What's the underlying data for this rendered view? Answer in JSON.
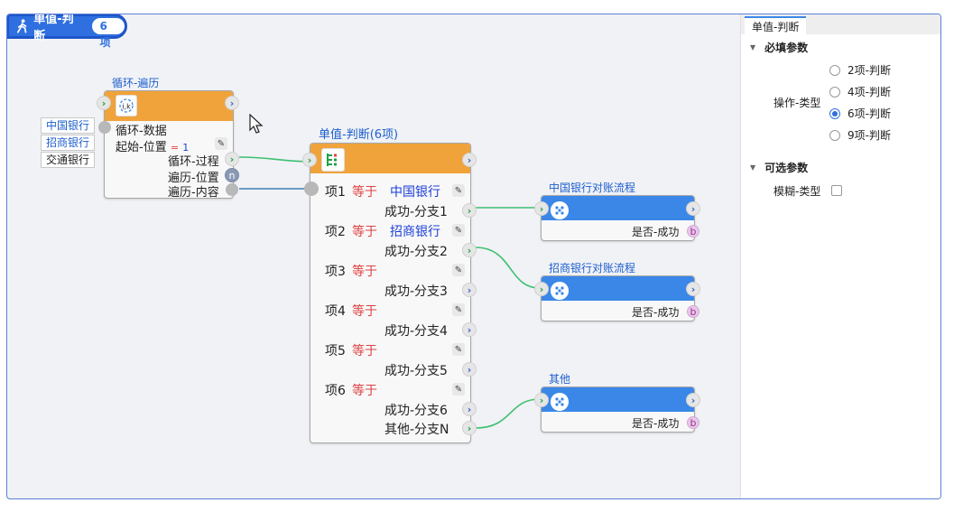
{
  "tag": {
    "title": "单值-判断",
    "count": "6项"
  },
  "banks": [
    "中国银行",
    "招商银行",
    "交通银行"
  ],
  "loop_node": {
    "title": "循环-遍历",
    "icon": "ij-icon",
    "data_label": "循环-数据",
    "start_label": "起始-位置",
    "start_eq": "=",
    "start_value": "1",
    "process_label": "循环-过程",
    "position_label": "遍历-位置",
    "position_badge": "n",
    "content_label": "遍历-内容"
  },
  "switch_node": {
    "title": "单值-判断(6项)",
    "items": [
      {
        "label": "项1",
        "op": "等于",
        "value": "中国银行",
        "branch": "成功-分支1"
      },
      {
        "label": "项2",
        "op": "等于",
        "value": "招商银行",
        "branch": "成功-分支2"
      },
      {
        "label": "项3",
        "op": "等于",
        "value": "",
        "branch": "成功-分支3"
      },
      {
        "label": "项4",
        "op": "等于",
        "value": "",
        "branch": "成功-分支4"
      },
      {
        "label": "项5",
        "op": "等于",
        "value": "",
        "branch": "成功-分支5"
      },
      {
        "label": "项6",
        "op": "等于",
        "value": "",
        "branch": "成功-分支6"
      }
    ],
    "other_branch": "其他-分支N"
  },
  "flows": [
    {
      "title": "中国银行对账流程",
      "output": "是否-成功",
      "badge": "b"
    },
    {
      "title": "招商银行对账流程",
      "output": "是否-成功",
      "badge": "b"
    },
    {
      "title": "其他",
      "output": "是否-成功",
      "badge": "b"
    }
  ],
  "sidebar": {
    "tab": "单值-判断",
    "required_section": "必填参数",
    "op_type_label": "操作-类型",
    "op_options": [
      {
        "label": "2项-判断",
        "selected": false
      },
      {
        "label": "4项-判断",
        "selected": false
      },
      {
        "label": "6项-判断",
        "selected": true
      },
      {
        "label": "9项-判断",
        "selected": false
      }
    ],
    "optional_section": "可选参数",
    "fuzzy_label": "模糊-类型"
  },
  "colors": {
    "accent": "#2f6fe0",
    "orange": "#f0a33a",
    "flow_blue": "#3a87e8",
    "wire_green": "#3cc070",
    "wire_blue": "#3d7fb8",
    "op_red": "#e04040"
  }
}
